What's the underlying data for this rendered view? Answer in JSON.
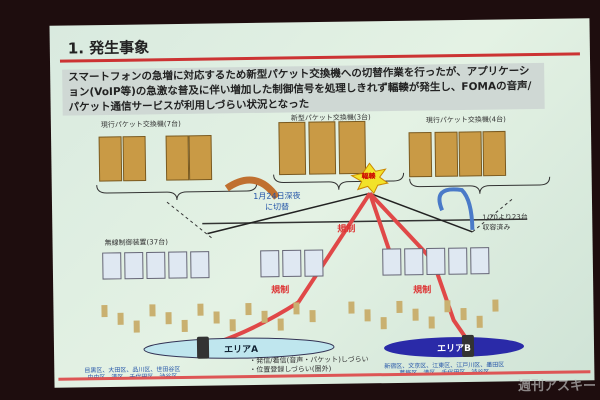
{
  "slide": {
    "title": "1. 発生事象",
    "summary": "スマートフォンの急増に対応するため新型パケット交換機への切替作業を行ったが、アプリケーション(VoIP等)の急激な普及に伴い増加した制御信号を処理しきれず輻輳が発生し、FOMAの音声/パケット通信サービスが利用しづらい状況となった",
    "diagram": {
      "left_switch": "現行パケット交換機(7台)",
      "center_switch": "新型パケット交換機(3台)",
      "right_switch": "現行パケット交換機(4台)",
      "congestion": "輻輳",
      "switchover_note": "1月24日深夜に切替",
      "right_note": "1/20より23台収容済み",
      "rnc": "無線制御装置(37台)",
      "restriction": "規制",
      "area_a": "エリアA",
      "area_b": "エリアB",
      "area_a_wards_1": "目黒区、大田区、品川区、世田谷区",
      "area_a_wards_2": "中央区、港区、千代田区、渋谷区",
      "area_b_wards_1": "新宿区、文京区、江東区、江戸川区、墨田区",
      "area_b_wards_2": "葛飾区、港区、千代田区、渋谷区",
      "effect_1": "・発信/着信(音声・パケット)しづらい",
      "effect_2": "・位置登録しづらい(圏外)"
    }
  },
  "watermark": "週刊アスキー",
  "colors": {
    "server": "#c99a45",
    "arrow": "#e04848",
    "area_b": "#2a2aa8",
    "area_a": "#bfe6ee",
    "rule": "#cc3333"
  }
}
